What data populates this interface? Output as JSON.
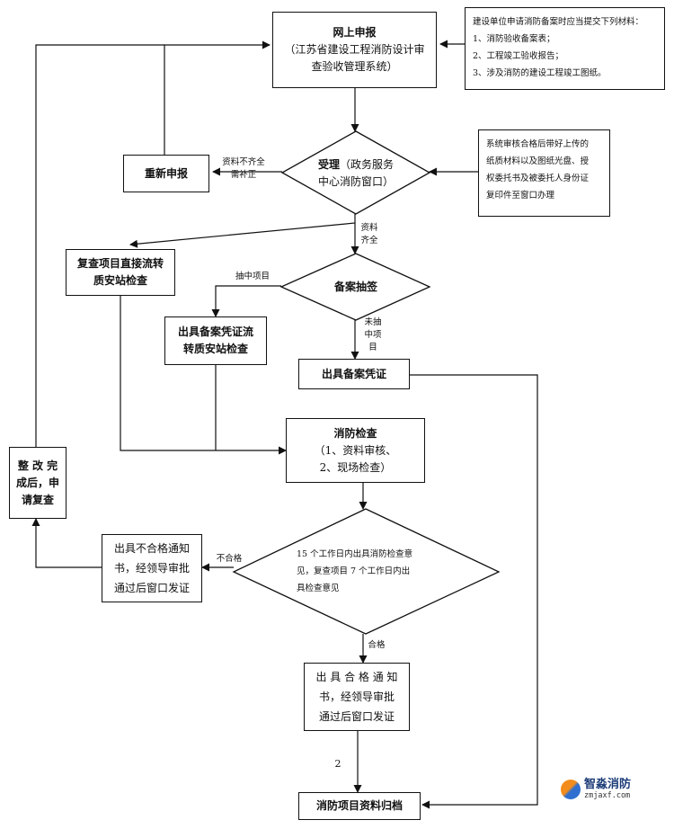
{
  "nodes": {
    "online_apply": {
      "title": "网上申报",
      "sub1": "（江苏省建设工程消防设计审",
      "sub2": "查验收管理系统）"
    },
    "materials_note": {
      "heading": "建设单位申请消防备案时应当提交下列材料：",
      "items": [
        "1、消防验收备案表；",
        "2、工程竣工验收报告；",
        "3、涉及消防的建设工程竣工图纸。"
      ]
    },
    "reapply": {
      "title": "重新申报"
    },
    "accept": {
      "title": "受理",
      "rest1": "（政务服务",
      "rest2": "中心消防窗口）"
    },
    "window_note": {
      "lines": [
        "系统审核合格后带好上传的",
        "纸质材料以及图纸光盘、授",
        "权委托书及被委托人身份证",
        "复印件至窗口办理"
      ]
    },
    "recheck": {
      "line1": "复查项目直接流转",
      "line2": "质安站检查"
    },
    "lottery": {
      "title": "备案抽签"
    },
    "selected_cert": {
      "line1": "出具备案凭证流",
      "line2": "转质安站检查"
    },
    "issue_cert": {
      "title": "出具备案凭证"
    },
    "inspection": {
      "title": "消防检查",
      "line1": "（1、资料审核、",
      "line2": "2、现场检查）"
    },
    "rectify": {
      "line1": "整 改 完",
      "line2": "成后，申",
      "line3": "请复查"
    },
    "fail_notice": {
      "line1": "出具不合格通知",
      "line2": "书，经领导审批",
      "line3": "通过后窗口发证"
    },
    "opinion": {
      "line1": "15 个工作日内出具消防检查意",
      "line2": "见，复查项目 7 个工作日内出",
      "line3": "具检查意见"
    },
    "pass_notice": {
      "line1": "出 具 合 格 通 知",
      "line2": "书，经领导审批",
      "line3": "通过后窗口发证"
    },
    "archive": {
      "title": "消防项目资料归档"
    }
  },
  "edge_labels": {
    "incomplete1": "资料不齐全",
    "incomplete2": "需补正",
    "complete1": "资料",
    "complete2": "齐全",
    "selected": "抽中项目",
    "not_selected1": "未抽",
    "not_selected2": "中项",
    "not_selected3": "目",
    "unqualified": "不合格",
    "qualified": "合格",
    "step_two": "2"
  },
  "watermark": {
    "name": "智淼消防",
    "url": "zmjaxf.com"
  }
}
